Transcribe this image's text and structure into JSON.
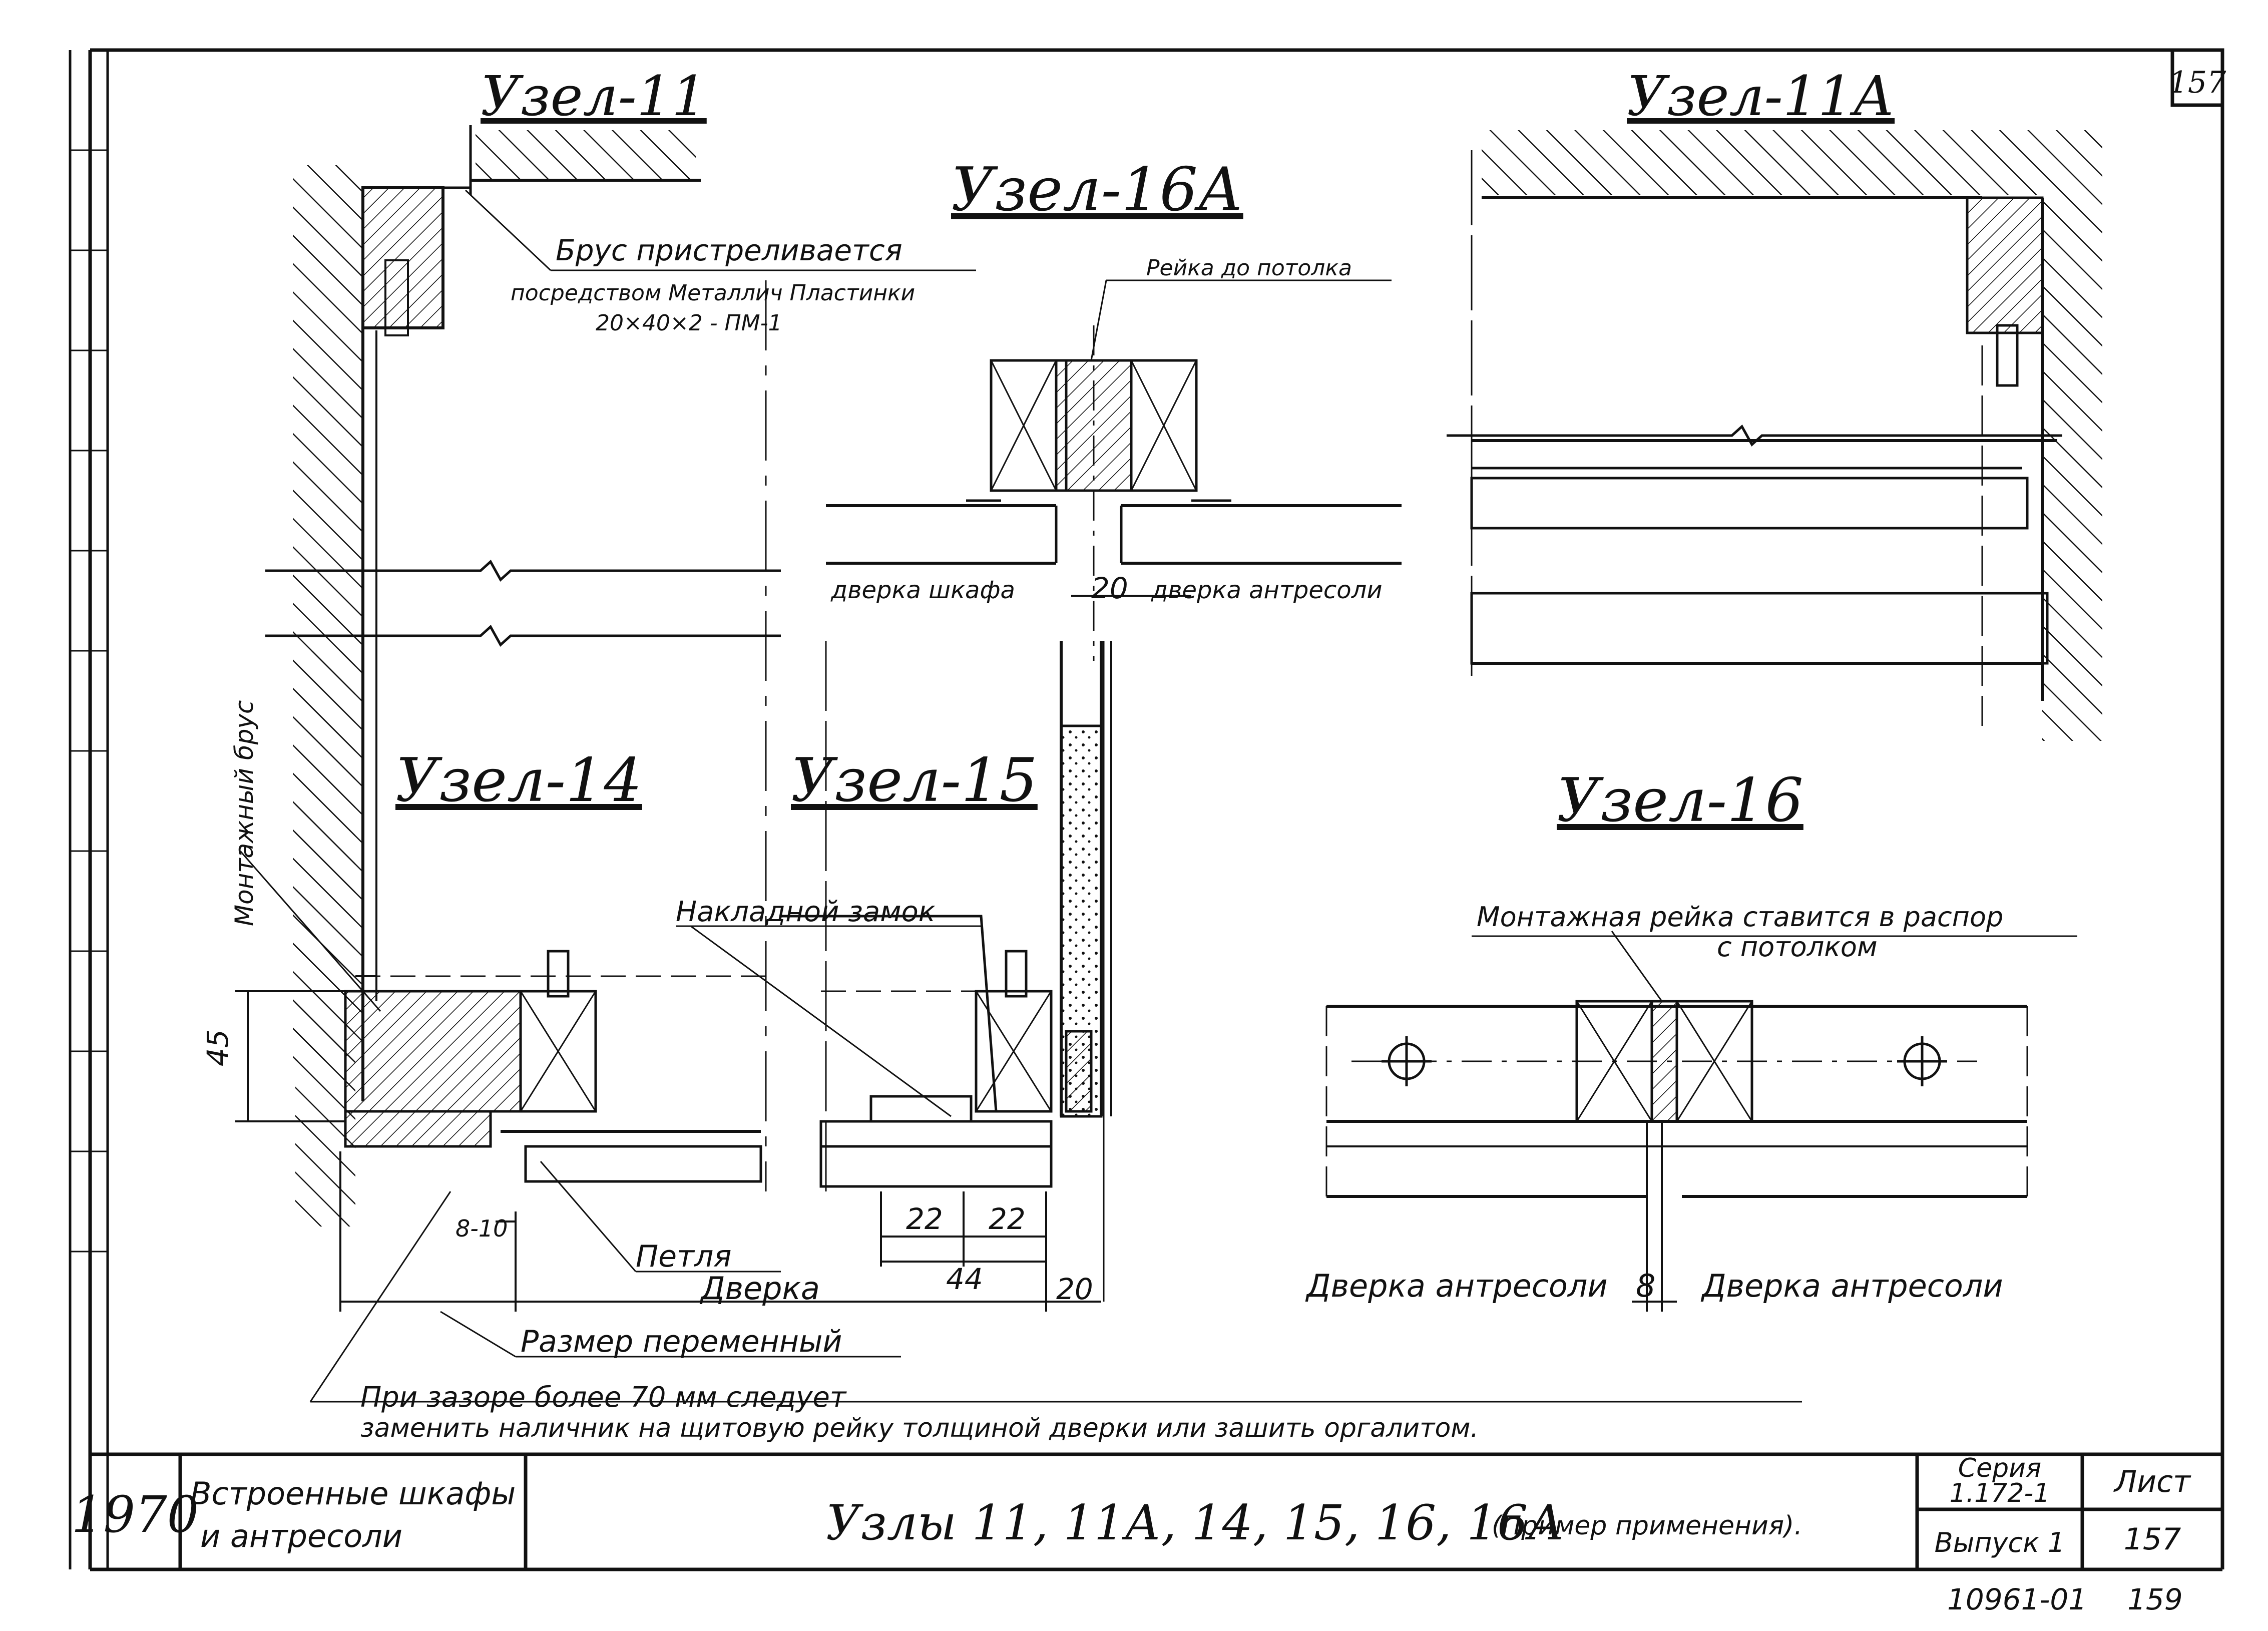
{
  "sheet_number_top": "157",
  "nodes": {
    "node_11": "Узел-11",
    "node_11a": "Узел-11А",
    "node_16a": "Узел-16А",
    "node_14": "Узел-14",
    "node_15": "Узел-15",
    "node_16": "Узел-16"
  },
  "notes": {
    "brus_line1": "Брус пристреливается",
    "brus_line2": "посредством Металлич Пластинки",
    "brus_line3": "20×40×2 - ПМ-1",
    "reyka_potolok": "Рейка до потолка",
    "dverka_shkafa": "дверка шкафа",
    "dverka_antresoli_top": "дверка антресоли",
    "montazh_brus": "Монтажный брус",
    "nakladnoy_zamok": "Накладной замок",
    "montazh_reyka_line1": "Монтажная рейка ставится в распор",
    "montazh_reyka_line2": "с потолком",
    "petlya": "Петля",
    "dverka": "Дверка",
    "razmer": "Размер переменный",
    "dverka_antresoli_left": "Дверка антресоли",
    "dverka_antresoli_right": "Дверка антресоли",
    "footnote_line1": "При зазоре более 70 мм следует",
    "footnote_line2": "заменить наличник на щитовую рейку толщиной дверки или зашить оргалитом."
  },
  "dims": {
    "d20_top": "20",
    "d45": "45",
    "d8_10": "8-10",
    "d22a": "22",
    "d22b": "22",
    "d44": "44",
    "d20_bottom": "20",
    "d8": "8"
  },
  "title_block": {
    "year": "1970",
    "subject_line1": "Встроенные шкафы",
    "subject_line2": "и антресоли",
    "main_title": "Узлы 11, 11А, 14, 15, 16, 16А",
    "main_title_note": "(Пример применения).",
    "series_label": "Серия",
    "series_value": "1.172-1",
    "issue": "Выпуск 1",
    "sheet_label": "Лист",
    "sheet_value": "157"
  },
  "bottom": {
    "code": "10961-01",
    "page": "159"
  }
}
